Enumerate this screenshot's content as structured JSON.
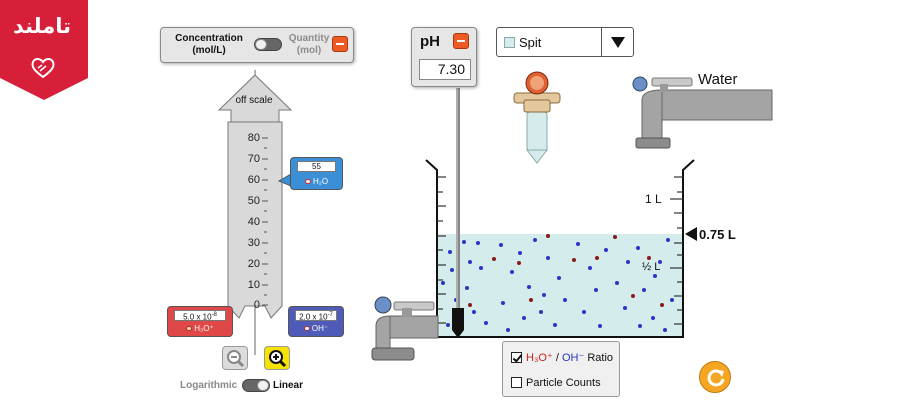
{
  "brand": {
    "text": "تاملند"
  },
  "concentration_panel": {
    "left_label_line1": "Concentration",
    "left_label_line2": "(mol/L)",
    "right_label_line1": "Quantity",
    "right_label_line2": "(mol)",
    "mode": "Concentration"
  },
  "graph": {
    "off_scale_label": "off scale",
    "ticks": [
      "80",
      "70",
      "60",
      "50",
      "40",
      "30",
      "20",
      "10",
      "0"
    ],
    "h2o": {
      "value": "55",
      "label": "H₂O"
    },
    "h3o": {
      "value_mantissa": "5.0 x 10",
      "value_exponent": "-8",
      "label": "H₃O⁺"
    },
    "oh": {
      "value_mantissa": "2.0 x 10",
      "value_exponent": "-7",
      "label": "OH⁻"
    }
  },
  "scale_toggle": {
    "left_label": "Logarithmic",
    "right_label": "Linear",
    "selected": "Linear"
  },
  "ph_meter": {
    "title": "pH",
    "value": "7.30"
  },
  "solute": {
    "selected": "Spit",
    "swatch_color": "#d6ecec"
  },
  "faucets": {
    "water_label": "Water"
  },
  "beaker": {
    "mark_1l": "1 L",
    "mark_half": "½ L",
    "level_label": "0.75 L",
    "solution_color": "#d4ecec"
  },
  "ratio_panel": {
    "h3o_label": "H₃O⁺",
    "slash": " / ",
    "oh_label": "OH⁻",
    "ratio_suffix": " Ratio",
    "ratio_checked": true,
    "particle_counts_label": "Particle Counts",
    "particle_counts_checked": false
  },
  "colors": {
    "h3o": "#d02020",
    "oh": "#2b36c8",
    "h2o": "#3b8fd6",
    "accent": "#ee5a24",
    "zoom_in": "#f6e400",
    "brand": "#d81f3a"
  }
}
